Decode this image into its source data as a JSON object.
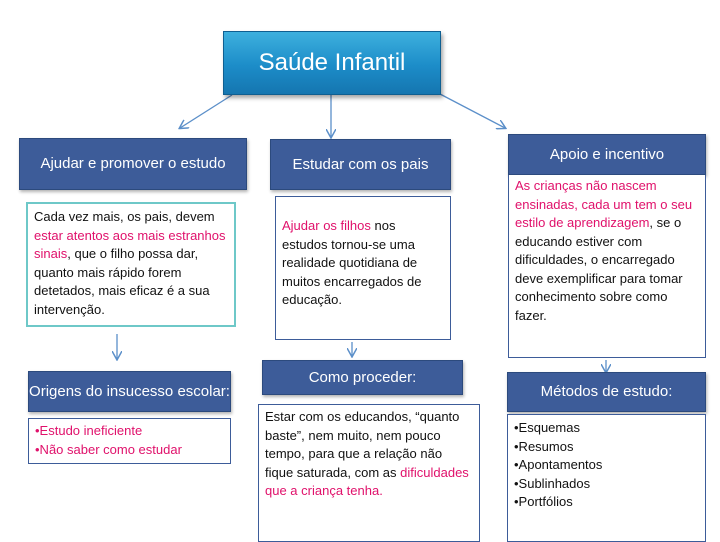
{
  "title": "Saúde Infantil",
  "branches": {
    "left": {
      "header": "Ajudar e promover o estudo",
      "text_a": "Cada vez mais, os pais, devem ",
      "text_highlight": "estar atentos aos mais estranhos sinais",
      "text_b": ", que o filho possa dar, quanto mais rápido forem detetados, mais eficaz é a sua intervenção.",
      "sub_header": "Origens do insucesso escolar:",
      "items": [
        "•Estudo ineficiente",
        "•Não saber como estudar"
      ]
    },
    "middle": {
      "header": "Estudar com os pais",
      "text_highlight": "Ajudar os filhos",
      "text_b": " nos estudos tornou-se uma realidade quotidiana de muitos encarregados de educação.",
      "sub_header": "Como proceder:",
      "sub_text_a": "Estar com os educandos, “quanto baste”, nem muito, nem pouco tempo, para que a relação não fique saturada, com as ",
      "sub_text_highlight": "dificuldades que a criança tenha."
    },
    "right": {
      "header": "Apoio e incentivo",
      "text_highlight": "As crianças não nascem ensinadas, cada um tem o seu estilo de aprendizagem",
      "text_b": ", se o educando estiver com dificuldades, o encarregado deve exemplificar para tomar conhecimento sobre como fazer.",
      "sub_header": "Métodos de estudo:",
      "items": [
        "•Esquemas",
        "•Resumos",
        "•Apontamentos",
        "•Sublinhados",
        "•Portfólios"
      ]
    }
  },
  "colors": {
    "title_bg": "#1c8cc8",
    "header_bg": "#3d5c99",
    "highlight": "#e0116b",
    "teal_border": "#6ec8c8",
    "arrow": "#5b8fc9"
  }
}
